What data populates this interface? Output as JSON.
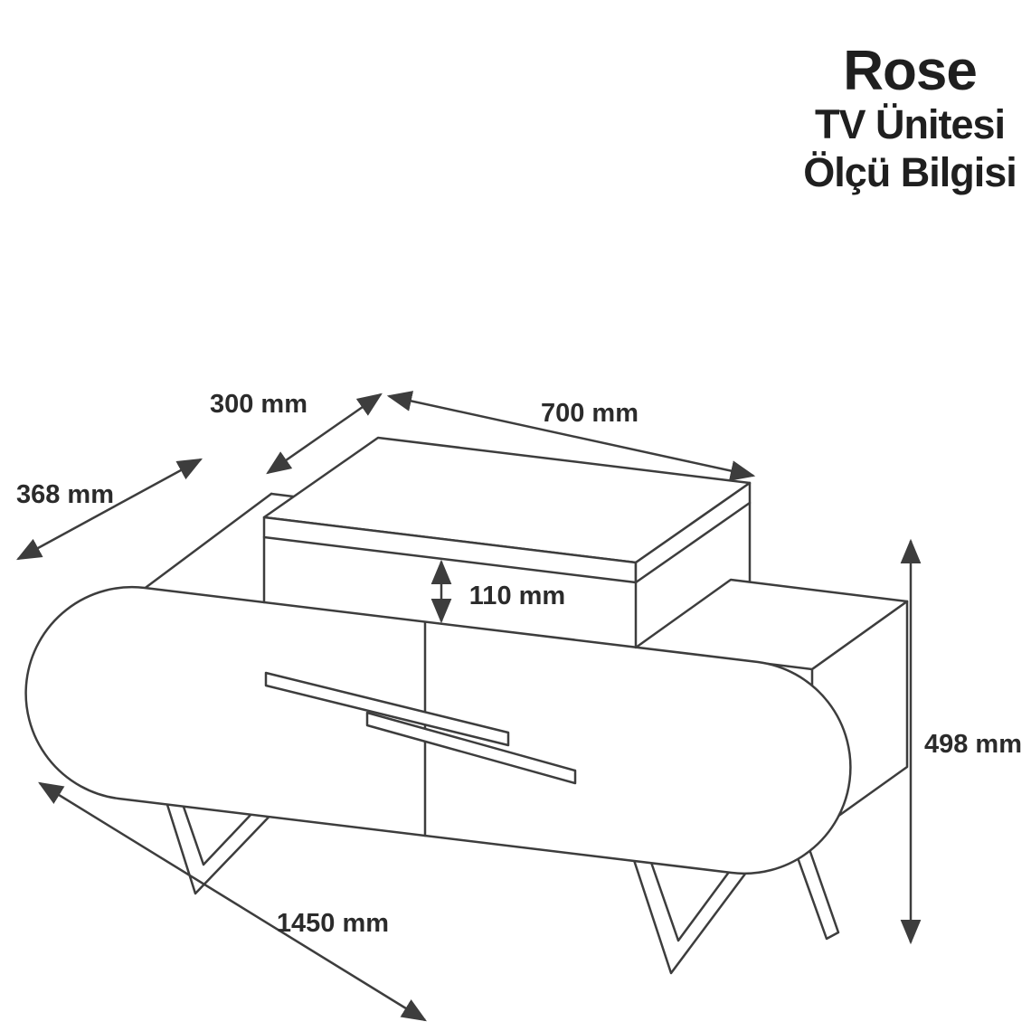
{
  "title": {
    "product": "Rose",
    "subtitle": "TV Ünitesi",
    "subtitle2": "Ölçü Bilgisi"
  },
  "dimensions": {
    "shelf_depth": "300 mm",
    "shelf_width": "700 mm",
    "body_depth": "368 mm",
    "shelf_clearance": "110 mm",
    "total_height": "498 mm",
    "total_width": "1450 mm"
  },
  "colors": {
    "line": "#3d3d3d",
    "label_text": "#2b2b2b",
    "title_text": "#1f1f1f",
    "background": "#ffffff"
  }
}
